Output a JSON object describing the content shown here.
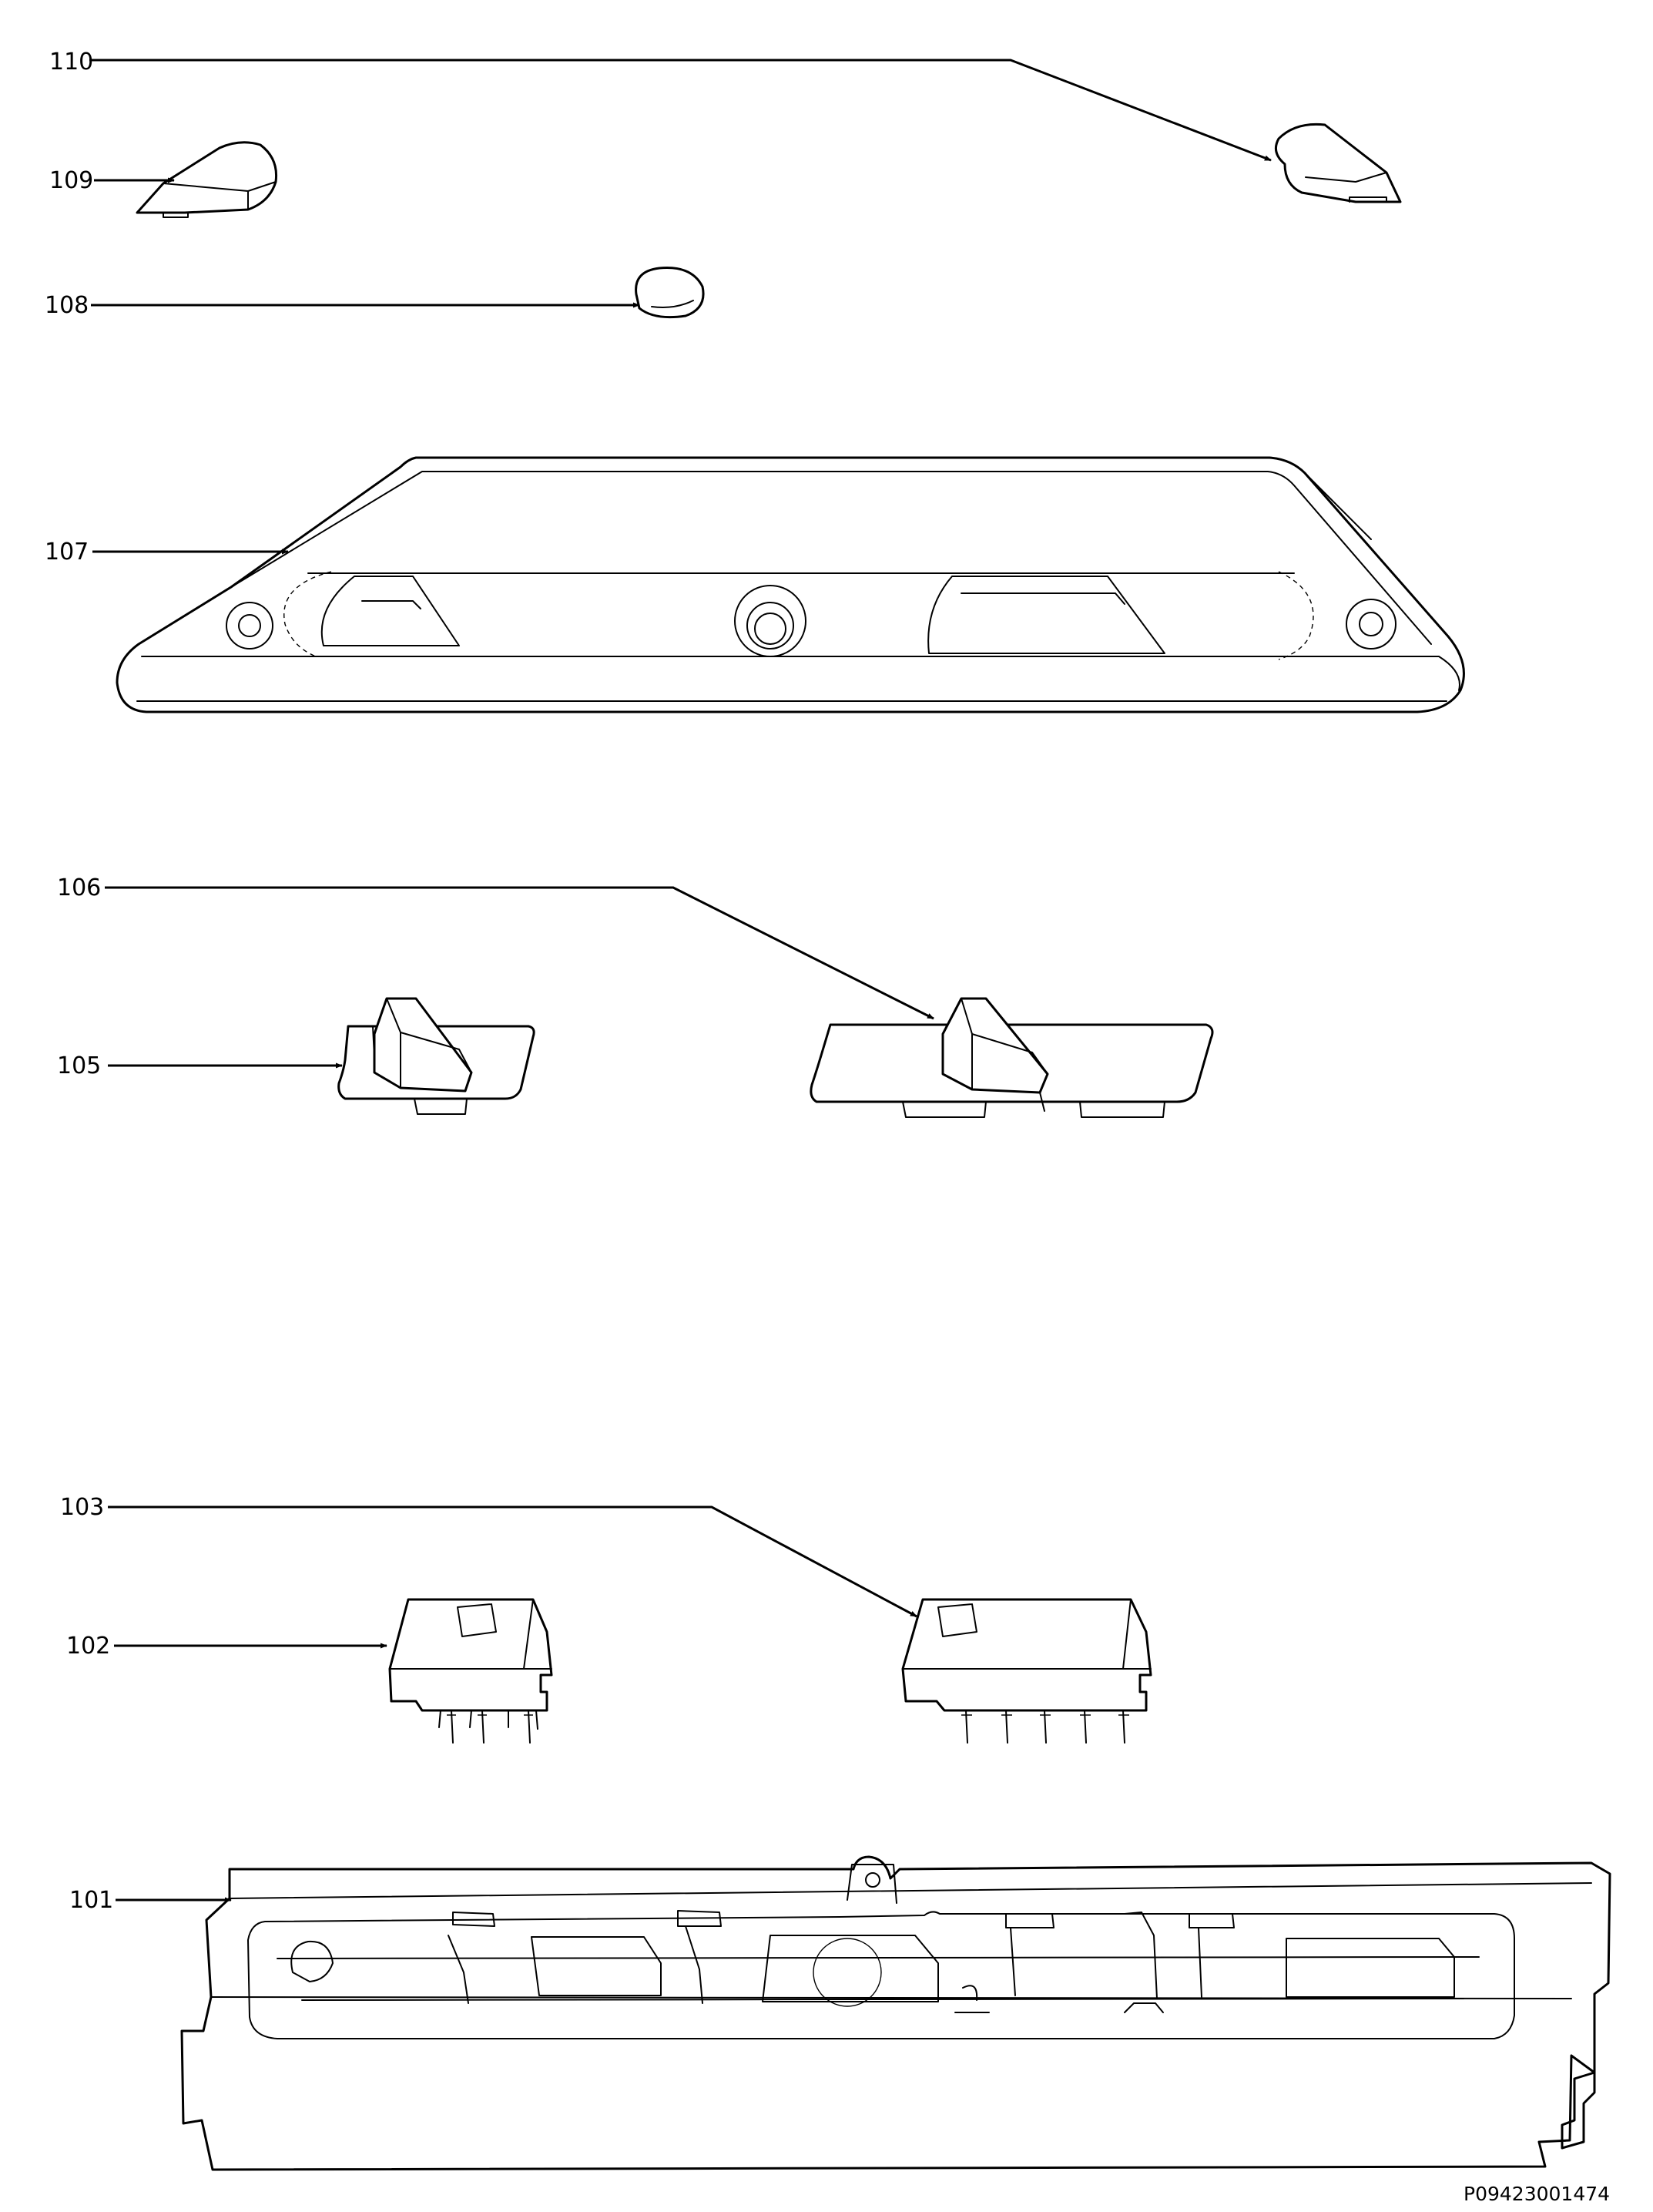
{
  "callouts": {
    "c110": "110",
    "c109": "109",
    "c108": "108",
    "c107": "107",
    "c106": "106",
    "c105": "105",
    "c103": "103",
    "c102": "102",
    "c101": "101"
  },
  "drawing_number": "P09423001474"
}
